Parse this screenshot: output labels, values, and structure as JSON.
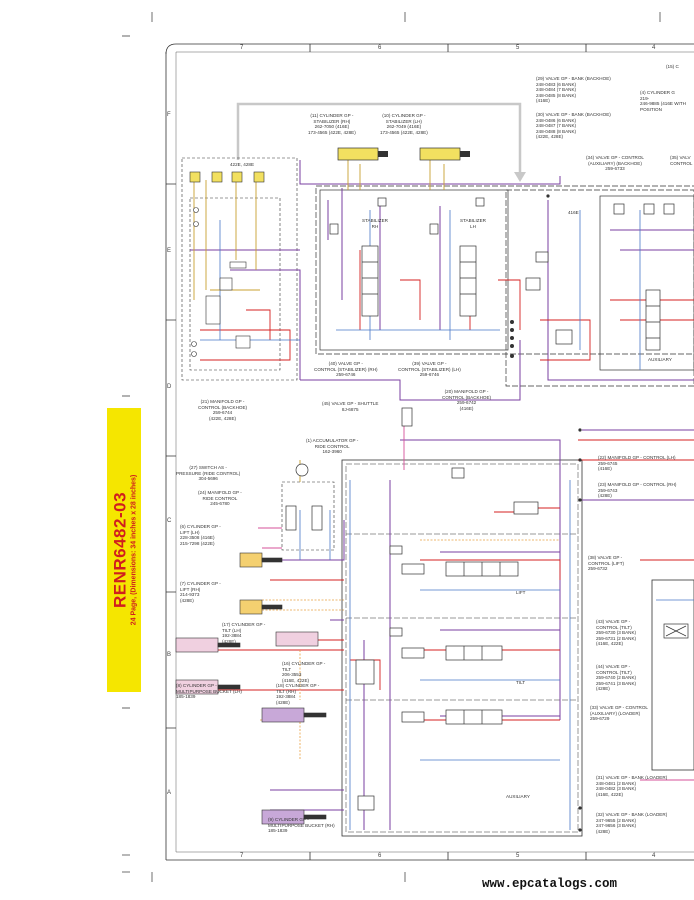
{
  "banner": {
    "title": "RENR6482-03",
    "subtitle": "24 Page, (Dimensions: 34 inches x 28 inches)"
  },
  "watermark": "www.epcatalogs.com",
  "grid": {
    "columns": [
      "7",
      "6",
      "5",
      "4"
    ],
    "rows": [
      "F",
      "E",
      "D",
      "C",
      "B",
      "A"
    ]
  },
  "labels": {
    "cyl_stab_rh": "(11) CYLINDER GP -\nSTABILIZER (RH)\n262-7050 (416E)\n173-4565 (422E, 428E)",
    "cyl_stab_lh": "(10) CYLINDER GP -\nSTABILIZER (LH)\n262-7049 (416E)\n173-4565 (422E, 428E)",
    "valve_bank_backhoe_29": "(29) VALVE GP - BANK (BACKHOE)\n248-0483 (6 BANK)\n248-0484 (7 BANK)\n248-0485 (8 BANK)\n(416E)",
    "valve_bank_backhoe_30": "(30) VALVE GP - BANK (BACKHOE)\n248-0486 (6 BANK)\n248-0487 (7 BANK)\n248-0488 (8 BANK)\n(422E, 428E)",
    "cyl_backhoe_4": "(4) CYLINDER G\n219-\n246-9885 (416E WITH\nPOSITION",
    "top_right_15": "(15) C",
    "model_422e": "422E, 428E",
    "stabilizer_rh": "STABILIZER\nRH",
    "stabilizer_lh": "STABILIZER\nLH",
    "model_416e": "416E",
    "valve_control_aux_backhoe": "(34) VALVE GP - CONTROL\n(AUXILIARY) (BACKHOE)\n259-6733",
    "valve_35": "(35) VALV\nCONTROL",
    "auxiliary_backhoe": "AUXILIARY",
    "valve_control_stabilizer": "(40) VALVE GP -\nCONTROL (STABILIZER) (RH)\n259-6746",
    "valve_control_stabilizer_lh": "(39) VALVE GP -\nCONTROL (STABILIZER) (LH)\n259-6746",
    "manifold_backhoe_20": "(20) MANIFOLD GP -\nCONTROL (BACKHOE)\n259-6742\n(416E)",
    "manifold_backhoe_21": "(21) MANIFOLD GP -\nCONTROL (BACKHOE)\n259-6744\n(422E, 428E)",
    "valve_shuttle": "(45) VALVE GP - SHUTTLE\n8J-6875",
    "accumulator": "(1) ACCUMULATOR GP -\nRIDE CONTROL\n162-3960",
    "switch_pressure": "(27) SWITCH AS -\nPRESSURE (RIDE CONTROL)\n304-5696",
    "manifold_ride": "(24) MANIFOLD GP -\nRIDE CONTROL\n245-6780",
    "cyl_lift_lh": "(6) CYLINDER GP -\nLIFT (LH)\n228-3508 (416E)\n215-7298 (422E)",
    "cyl_lift_rh": "(7) CYLINDER GP -\nLIFT (RH)\n214-9373\n(428E)",
    "cyl_tilt_lh": "(17) CYLINDER GP -\nTILT (LH)\n192-3884\n(428E)",
    "cyl_tilt_16": "(16) CYLINDER GP -\nTILT\n206-3553\n(416E, 422E)",
    "cyl_tilt_rh": "(18) CYLINDER GP -\nTILT (RH)\n192-3884\n(428E)",
    "cyl_bucket_lh": "(8) CYLINDER GP -\nMULTIPURPOSE BUCKET (LH)\n185-1839",
    "cyl_bucket_rh": "(9) CYLINDER GP -\nMULTIPURPOSE BUCKET (RH)\n185-1839",
    "manifold_loader_22": "(22) MANIFOLD GP - CONTROL (LH)\n259-6745\n(416E)",
    "manifold_loader_23": "(23) MANIFOLD GP - CONTROL (RH)\n259-6743\n(428E)",
    "valve_lift": "(38) VALVE GP -\nCONTROL (LIFT)\n259-6732",
    "lift": "LIFT",
    "valve_tilt_43": "(43) VALVE GP -\nCONTROL (TILT)\n259-6730 (3 BANK)\n259-6731 (2 BANK)\n(416E, 422E)",
    "valve_tilt_44": "(44) VALVE GP -\nCONTROL (TILT)\n259-6740 (2 BANK)\n259-6741 (3 BANK)\n(428E)",
    "tilt": "TILT",
    "valve_aux_loader": "(33) VALVE GP - CONTROL\n(AUXILIARY) (LOADER)\n259-6729",
    "auxiliary_loader": "AUXILIARY",
    "valve_bank_loader_31": "(31) VALVE GP - BANK (LOADER)\n248-0481 (2 BANK)\n248-0482 (3 BANK)\n(416E, 422E)",
    "valve_bank_loader_32": "(32) VALVE GP - BANK (LOADER)\n247-9655 (2 BANK)\n247-9656 (3 BANK)\n(428E)"
  },
  "colors": {
    "frame": "#333333",
    "pilot": "#7a3fa0",
    "pressure": "#d42020",
    "tank": "#4a78c8",
    "case_drain": "#e8a040",
    "supply": "#c8a030",
    "signal": "#d6509a",
    "hidden": "#c8c8c8"
  }
}
